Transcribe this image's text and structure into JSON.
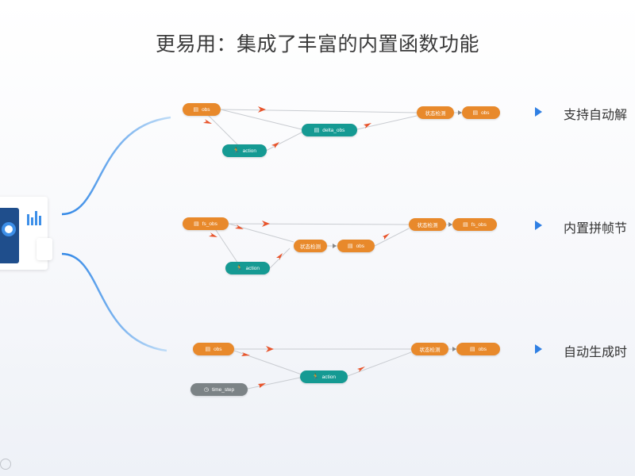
{
  "title": "更易用：集成了丰富的内置函数功能",
  "rows": [
    {
      "label": "支持自动解",
      "nodes": {
        "start": "obs",
        "action": "action",
        "mid": "delta_obs",
        "state": "状态检测",
        "end": "obs"
      }
    },
    {
      "label": "内置拼帧节",
      "nodes": {
        "start": "fs_obs",
        "action": "action",
        "mid_state": "状态检测",
        "mid": "obs",
        "state": "状态检测",
        "end": "fs_obs"
      }
    },
    {
      "label": "自动生成时",
      "nodes": {
        "start": "obs",
        "step": "time_step",
        "action": "action",
        "state": "状态检测",
        "end": "obs"
      }
    }
  ],
  "colors": {
    "orange": "#e8892b",
    "teal": "#159a93",
    "gray": "#7c8386",
    "arrow": "#e8542b",
    "branch": "#5aa9ea",
    "bullet": "#2f7fe3"
  },
  "icons": {
    "node": "tag-icon",
    "action": "runner-icon",
    "step": "clock-icon",
    "bullet": "triangle-right-icon"
  }
}
